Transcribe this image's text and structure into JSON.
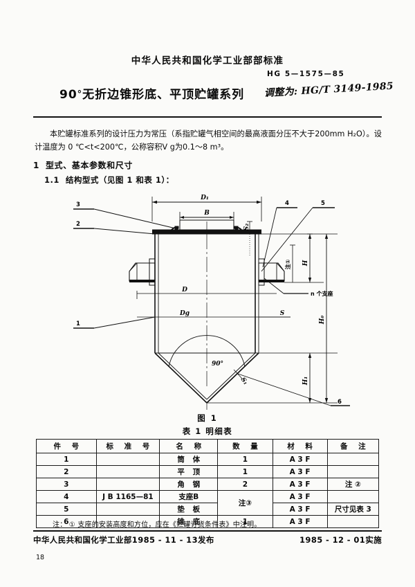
{
  "header": {
    "ministry": "中华人民共和国化学工业部部标准",
    "title": "无折边锥形底、平顶贮罐系列",
    "title_prefix": "90",
    "title_degree": "°",
    "standard_no": "HG 5—1575—85",
    "handwritten_note": "调整为: HG/T 3149-1985"
  },
  "body": {
    "paragraph": "本贮罐标准系列的设计压力为常压（系指贮罐气相空间的最高液面分压不大于200mm H₂O）。设计温度为 0 ℃<t<200℃，公称容积V g为0.1～8 m³。",
    "section1_num": "1",
    "section1_title": "型式、基本参数和尺寸",
    "section11_num": "1.1",
    "section11_title": "结构型式（见图 1 和表 1）："
  },
  "figure": {
    "caption": "图 1",
    "table_caption": "表 1  明细表",
    "dim_D1": "D₁",
    "dim_B": "B",
    "dim_S2": "S₂",
    "dim_D": "D",
    "dim_Dg": "Dg",
    "dim_S": "S",
    "dim_S1": "S₁",
    "dim_H": "H",
    "dim_H0": "H₀",
    "dim_H1": "H₁",
    "angle": "90°",
    "note_mark": "注①",
    "support_label": "n 个支座",
    "callouts": [
      "1",
      "2",
      "3",
      "4",
      "5",
      "6"
    ]
  },
  "bom": {
    "headers": [
      "件  号",
      "标 准 号",
      "名  称",
      "数  量",
      "材  料",
      "备  注"
    ],
    "rows": [
      {
        "item": "1",
        "std": "",
        "name": "筒 体",
        "qty": "1",
        "mat": "A 3 F",
        "remark": ""
      },
      {
        "item": "2",
        "std": "",
        "name": "平 顶",
        "qty": "1",
        "mat": "A 3 F",
        "remark": ""
      },
      {
        "item": "3",
        "std": "",
        "name": "角 钢",
        "qty": "2",
        "mat": "A 3 F",
        "remark": "注 ②"
      },
      {
        "item": "4",
        "std": "J B  1165—81",
        "name": "支座B",
        "qty": "注③",
        "mat": "A 3 F",
        "remark": ""
      },
      {
        "item": "5",
        "std": "",
        "name": "垫 板",
        "qty": "",
        "mat": "A 3 F",
        "remark": "尺寸见表 3"
      },
      {
        "item": "6",
        "std": "",
        "name": "锥 底",
        "qty": "1",
        "mat": "A 3 F",
        "remark": ""
      }
    ],
    "note": "注： ① 支座的安装高度和方位，应在《贮罐订货条件表》中注明。"
  },
  "footer": {
    "issued": "中华人民共和国化学工业部1985 - 11 - 13发布",
    "effective": "1985 - 12 - 01实施",
    "page_number": "18"
  }
}
